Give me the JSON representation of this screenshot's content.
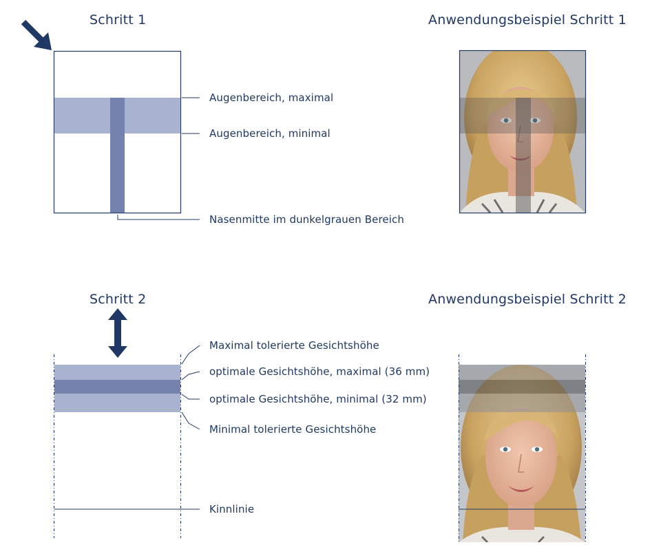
{
  "step1": {
    "title": "Schritt 1",
    "example_title": "Anwendungsbeispiel Schritt 1",
    "labels": {
      "eye_max": "Augenbereich, maximal",
      "eye_min": "Augenbereich, minimal",
      "nose": "Nasenmitte im dunkelgrauen Bereich"
    }
  },
  "step2": {
    "title": "Schritt 2",
    "example_title": "Anwendungsbeispiel Schritt 2",
    "labels": {
      "max_tolerated": "Maximal tolerierte Gesichtshöhe",
      "opt_max": "optimale Gesichtshöhe, maximal (36 mm)",
      "opt_min": "optimale Gesichtshöhe, minimal (32 mm)",
      "min_tolerated": "Minimal tolerierte Gesichtshöhe",
      "chin": "Kinnlinie"
    }
  },
  "colors": {
    "navy": "#1f3864",
    "light_band": "#a9b2ce",
    "dark_band": "#7383ad",
    "photo_overlay": "#555555"
  },
  "icons": {
    "step1_arrow": "diagonal-arrow-icon",
    "step2_arrow": "vertical-double-arrow-icon"
  }
}
